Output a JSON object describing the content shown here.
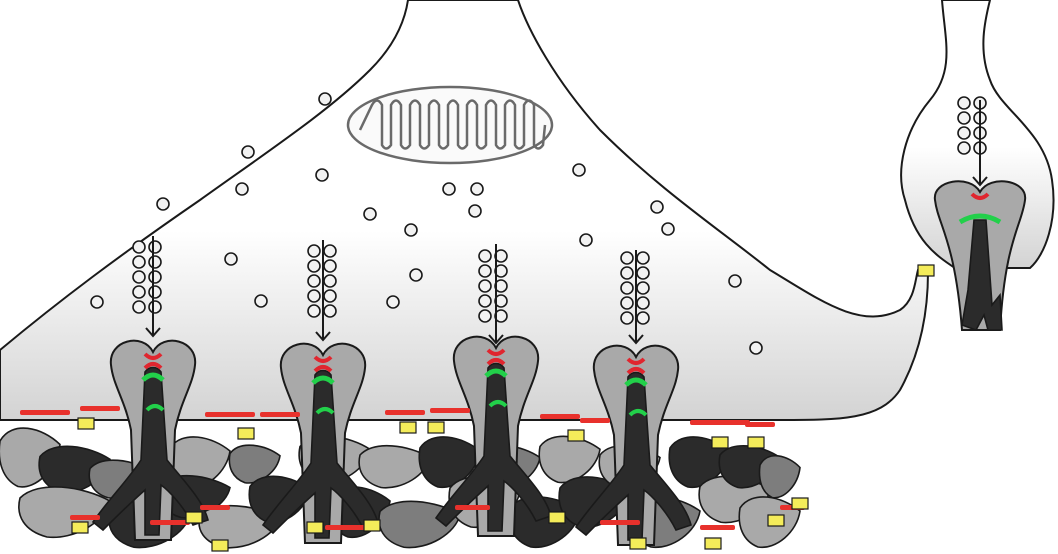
{
  "colors": {
    "background": "#ffffff",
    "terminal_fill_top": "#ffffff",
    "terminal_fill_bottom": "#d3d3d3",
    "outline": "#1a1a1a",
    "process_light": "#a9a9a9",
    "process_dark": "#2b2b2b",
    "process_mid": "#7d7d7d",
    "fusion_marker": "#e0262f",
    "receptor_marker": "#22d04a",
    "junction_red": "#e8312c",
    "junction_yellow": "#f4ec5a",
    "vesicle_fill": "#f2f2f2",
    "mitochondrion_stroke": "#6a6a6a"
  },
  "diagram": {
    "parts": [
      "presynaptic-terminal-large",
      "presynaptic-terminal-small",
      "mitochondrion",
      "synaptic-vesicles",
      "release-arrows",
      "postsynaptic-ribbons",
      "fusion-markers",
      "receptor-markers",
      "glial-process-bed",
      "junction-markers"
    ]
  }
}
